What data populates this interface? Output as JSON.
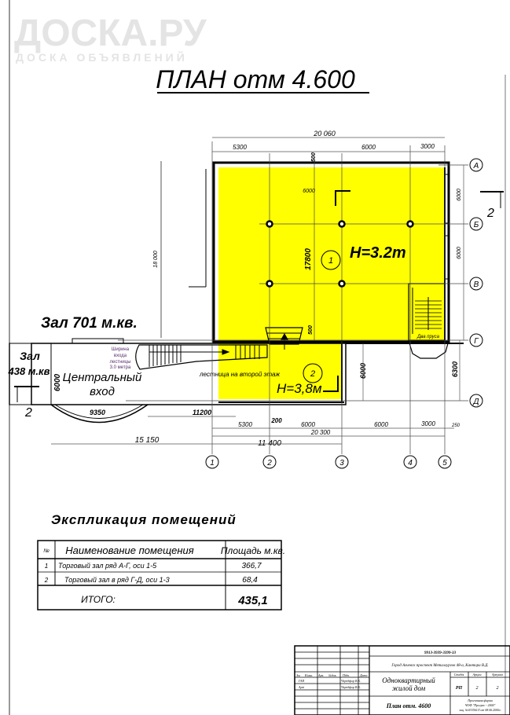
{
  "watermark": {
    "brand": "ДОСКА.РУ",
    "tagline": "ДОСКА ОБЪЯВЛЕНИЙ"
  },
  "title": "ПЛАН отм 4.600",
  "colors": {
    "room_fill": "#ffff00",
    "line": "#000000",
    "watermark": "#e4e4e4"
  },
  "plan": {
    "dims": {
      "total_top": "20 060",
      "top_5300": "5300",
      "top_500": "500",
      "top_6000": "6000",
      "top_3000": "3000",
      "inner_6000": "6000",
      "height_17800": "17800",
      "left_18000": "18 000",
      "right_6000_a": "6000",
      "right_6000_b": "6000",
      "right_6300": "6300",
      "stair_500": "500",
      "lower_6000": "6000",
      "entry_6000": "6000",
      "d_9350": "9350",
      "d_11200": "11200",
      "d_200": "200",
      "b_5300": "5300",
      "b_6000a": "6000",
      "b_6000b": "6000",
      "b_3000": "3000",
      "b_250": "250",
      "d_20300": "20 300",
      "d_15150": "15 150",
      "d_11400": "11 400"
    },
    "axes_vertical": [
      "1",
      "2",
      "3",
      "4",
      "5"
    ],
    "axes_horizontal": [
      "А",
      "Б",
      "В",
      "Г",
      "Д"
    ],
    "section_mark": "2",
    "rooms": [
      {
        "number": "1",
        "height": "H=3.2m"
      },
      {
        "number": "2",
        "height": "H=3,8м"
      }
    ],
    "labels": {
      "hall_701": "Зал 701 м.кв.",
      "hall_438_1": "Зал",
      "hall_438_2": "438 м.кв",
      "central_1": "Центральный",
      "central_2": "вход",
      "stair_width": [
        "Ширина",
        "входа",
        "лестницы",
        "3.0 метра"
      ],
      "stair_to_second": "лестница на второй этаж",
      "two_flights": "Два пруса"
    }
  },
  "explication": {
    "title": "Экспликация помещений",
    "headers": [
      "№",
      "Наименование помещения",
      "Площадь м.кв."
    ],
    "rows": [
      {
        "no": "1",
        "name": "Торговый зал ряд А-Г, оси 1-5",
        "area": "366,7"
      },
      {
        "no": "2",
        "name": "Торговый зал в ряд Г-Д, оси 1-3",
        "area": "68,4"
      }
    ],
    "total_label": "ИТОГО:",
    "total_value": "435,1"
  },
  "stamp": {
    "code": "9913-3939-3399-33",
    "address": "Город Алчевск проспект Металлургов 48-а, Кантора В.Д.",
    "col_heads": [
      "Зм.",
      "Кільк.",
      "Арк.",
      "№док.",
      "Підп.",
      "Дата"
    ],
    "roles": [
      {
        "role": "ГАП",
        "name": "Чередфор В.К."
      },
      {
        "role": "Архі",
        "name": "Чередфор В.К."
      }
    ],
    "object_1": "Одноквартирный",
    "object_2": "жилой дом",
    "sheet_title": "План отм. 4600",
    "stage_head": "Стадія",
    "sheet_head": "Аркуш",
    "sheets_head": "Аркушів",
    "stage": "РП",
    "sheet": "2",
    "sheets": "2",
    "firm": [
      "Проектная фирма",
      "ЧОФ \"Прогрес - 2000\"",
      "лиц. №033561Л от 08.06.2000г."
    ]
  }
}
